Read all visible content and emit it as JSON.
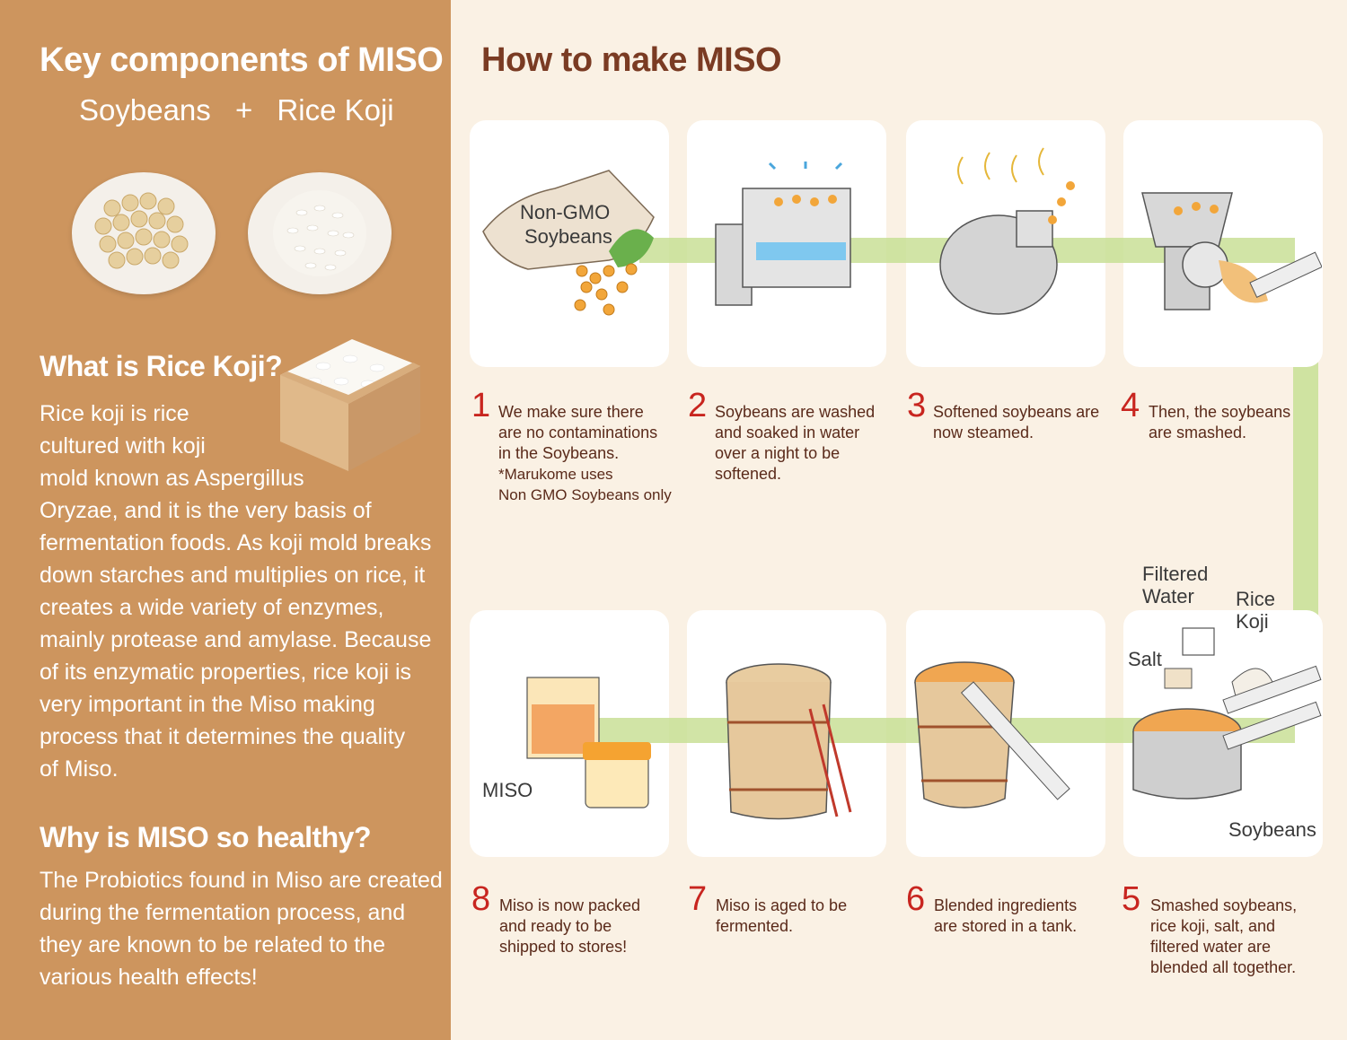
{
  "left": {
    "title": "Key components of MISO",
    "components": {
      "a": "Soybeans",
      "plus": "+",
      "b": "Rice Koji"
    },
    "koji_heading": "What is Rice Koji?",
    "koji_lines": [
      "Rice koji is rice",
      "cultured with koji",
      "mold known as Aspergillus",
      "Oryzae, and it is the very basis of",
      "fermentation foods.  As koji mold breaks",
      "down starches and multiplies on rice, it",
      "creates a wide variety of enzymes,",
      "mainly protease and amylase.  Because",
      "of its enzymatic properties, rice koji is",
      "very important in the Miso making",
      "process that it determines the quality",
      "of Miso."
    ],
    "healthy_heading": "Why is MISO so healthy?",
    "healthy_lines": [
      "The Probiotics found in Miso are created",
      "during the fermentation process, and",
      "they are known to be related to the",
      "various health effects!"
    ]
  },
  "right": {
    "title": "How to make MISO",
    "bag_label": [
      "Non-GMO",
      "Soybeans"
    ],
    "labels": {
      "filtered_water": [
        "Filtered",
        "Water"
      ],
      "rice_koji": [
        "Rice",
        "Koji"
      ],
      "salt": "Salt",
      "soybeans": "Soybeans",
      "miso": "MISO"
    },
    "steps": [
      {
        "num": "1",
        "lines": [
          "We make sure there",
          "are no contaminations",
          "in the Soybeans.",
          "*Marukome uses",
          "Non GMO Soybeans only"
        ]
      },
      {
        "num": "2",
        "lines": [
          "Soybeans are washed",
          "and soaked in water",
          "over a night to be",
          "softened."
        ]
      },
      {
        "num": "3",
        "lines": [
          "Softened soybeans are",
          "now steamed."
        ]
      },
      {
        "num": "4",
        "lines": [
          "Then, the soybeans",
          "are smashed."
        ]
      },
      {
        "num": "5",
        "lines": [
          "Smashed soybeans,",
          "rice koji, salt, and",
          "filtered water are",
          "blended all together."
        ]
      },
      {
        "num": "6",
        "lines": [
          "Blended ingredients",
          "are stored in a tank."
        ]
      },
      {
        "num": "7",
        "lines": [
          "Miso is aged to be",
          "fermented."
        ]
      },
      {
        "num": "8",
        "lines": [
          "Miso is now packed",
          "and ready to be",
          "shipped to stores!"
        ]
      }
    ]
  },
  "colors": {
    "left_bg": "#cd955e",
    "right_bg": "#faf1e4",
    "accent_red": "#c8251f",
    "title_brown": "#7a3b23",
    "belt_green": "#cfe3a1"
  }
}
